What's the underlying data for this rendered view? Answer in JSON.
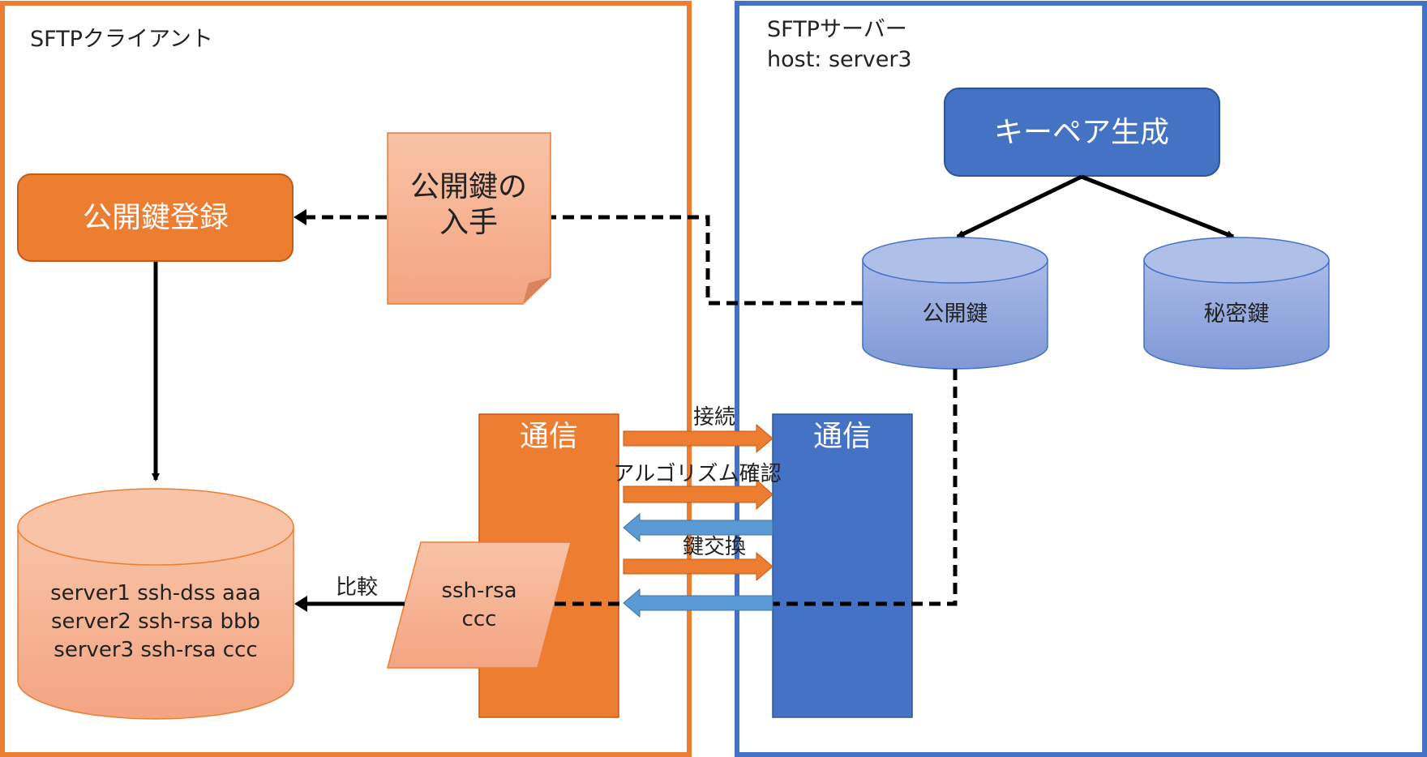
{
  "client": {
    "title": "SFTPクライアント",
    "register_box": "公開鍵登録",
    "obtain_note": [
      "公開鍵の",
      "入手"
    ],
    "comm_block": "通信",
    "received_key": [
      "ssh-rsa",
      "ccc"
    ],
    "known_hosts": [
      "server1 ssh-dss aaa",
      "server2 ssh-rsa bbb",
      "server3 ssh-rsa ccc"
    ],
    "compare_label": "比較"
  },
  "server": {
    "title": "SFTPサーバー",
    "host": "host: server3",
    "keygen_box": "キーペア生成",
    "public_key": "公開鍵",
    "private_key": "秘密鍵",
    "comm_block": "通信"
  },
  "exchange": {
    "connect": "接続",
    "algorithm": "アルゴリズム確認",
    "key_exchange": "鍵交換"
  },
  "colors": {
    "client_frame": "#ED7D31",
    "server_frame": "#4472C4",
    "orange": "#ED7D31",
    "salmon": "#F4B183",
    "blue": "#4472C4",
    "light_blue": "#5B9BD5",
    "cylinder_blue": "#8FA7DC"
  }
}
